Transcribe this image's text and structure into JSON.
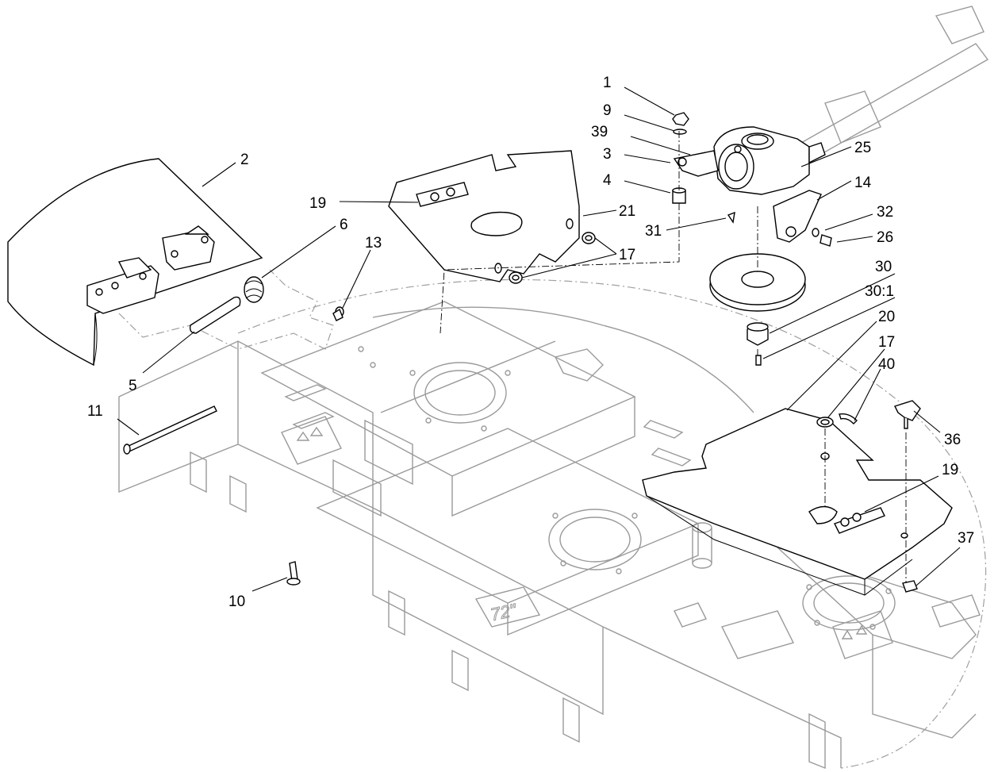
{
  "callouts": [
    {
      "id": "c-1",
      "label": "1"
    },
    {
      "id": "c-9",
      "label": "9"
    },
    {
      "id": "c-39",
      "label": "39"
    },
    {
      "id": "c-3",
      "label": "3"
    },
    {
      "id": "c-4",
      "label": "4"
    },
    {
      "id": "c-25",
      "label": "25"
    },
    {
      "id": "c-14",
      "label": "14"
    },
    {
      "id": "c-19a",
      "label": "19"
    },
    {
      "id": "c-21",
      "label": "21"
    },
    {
      "id": "c-31",
      "label": "31"
    },
    {
      "id": "c-32",
      "label": "32"
    },
    {
      "id": "c-26",
      "label": "26"
    },
    {
      "id": "c-17a",
      "label": "17"
    },
    {
      "id": "c-2",
      "label": "2"
    },
    {
      "id": "c-6",
      "label": "6"
    },
    {
      "id": "c-13",
      "label": "13"
    },
    {
      "id": "c-30",
      "label": "30"
    },
    {
      "id": "c-301",
      "label": "30:1"
    },
    {
      "id": "c-20",
      "label": "20"
    },
    {
      "id": "c-17b",
      "label": "17"
    },
    {
      "id": "c-40",
      "label": "40"
    },
    {
      "id": "c-5",
      "label": "5"
    },
    {
      "id": "c-36",
      "label": "36"
    },
    {
      "id": "c-11",
      "label": "11"
    },
    {
      "id": "c-19b",
      "label": "19"
    },
    {
      "id": "c-37",
      "label": "37"
    },
    {
      "id": "c-10",
      "label": "10"
    }
  ],
  "deck_decal": {
    "size_label": "72\""
  }
}
